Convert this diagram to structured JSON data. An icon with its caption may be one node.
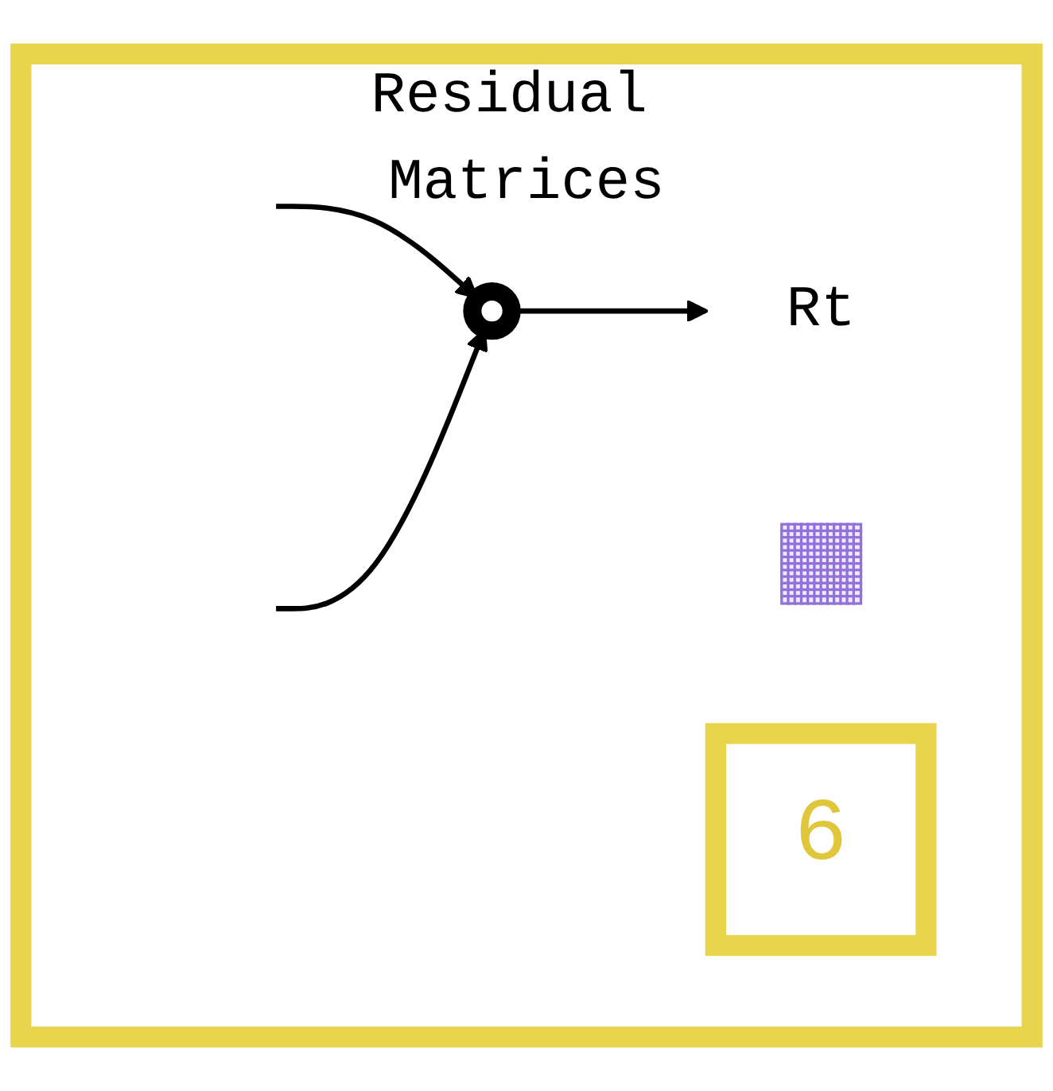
{
  "diagram": {
    "nodes": [
      {
        "text": [
          "Residual Matrices"
        ]
      },
      {
        "text": [],
        "shape": "picture",
        "in": 0
      },
      {
        "text": [
          "Rt"
        ],
        "in": 0
      },
      {
        "text": [],
        "shape": "circle",
        "in": 0
      },
      {
        "text": [
          "6"
        ],
        "in": 0
      }
    ],
    "edges": [
      {
        "from": null,
        "to": 3,
        "arrow": "to"
      },
      {
        "from": null,
        "to": 3,
        "arrow": "to"
      },
      {
        "from": 3,
        "to": 2,
        "arrow": "to"
      }
    ]
  }
}
